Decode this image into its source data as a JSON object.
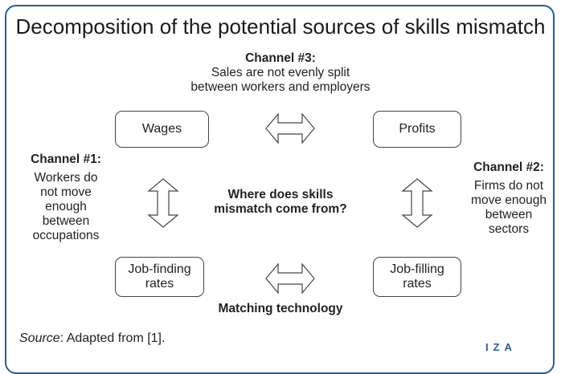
{
  "title": "Decomposition of the potential sources of skills mismatch",
  "channel3": {
    "heading": "Channel #3:",
    "line1": "Sales are not evenly split",
    "line2": "between workers and employers"
  },
  "channel1": {
    "heading": "Channel #1:",
    "lines": [
      "Workers do",
      "not move",
      "enough",
      "between",
      "occupations"
    ]
  },
  "channel2": {
    "heading": "Channel #2:",
    "lines": [
      "Firms do not",
      "move enough",
      "between",
      "sectors"
    ]
  },
  "boxes": {
    "wages": "Wages",
    "profits": "Profits",
    "job_finding_line1": "Job-finding",
    "job_finding_line2": "rates",
    "job_filling_line1": "Job-filling",
    "job_filling_line2": "rates"
  },
  "center": {
    "line1": "Where does skills",
    "line2": "mismatch come from?"
  },
  "bottom_label": "Matching technology",
  "source": {
    "prefix": "Source",
    "text": ": Adapted from [1]."
  },
  "logo": "IZA",
  "colors": {
    "frame": "#2a5d8f",
    "text": "#222222"
  }
}
